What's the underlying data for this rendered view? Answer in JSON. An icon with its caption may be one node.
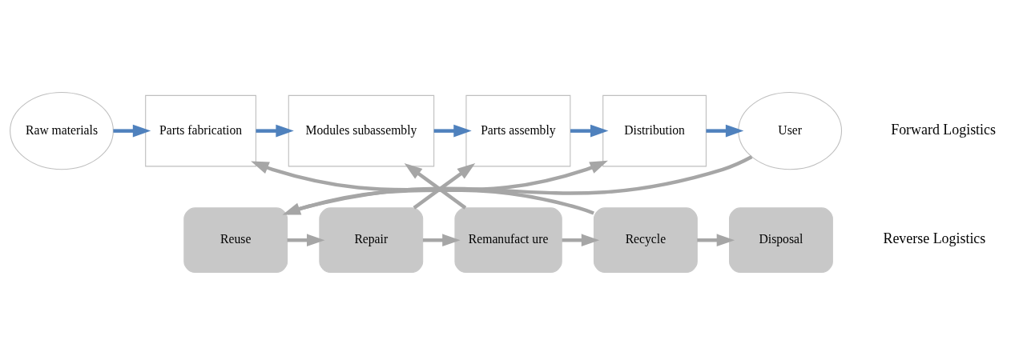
{
  "diagram": {
    "nodes": [
      {
        "text": [
          "Raw materials"
        ]
      },
      {
        "text": [
          "Parts fabrication"
        ]
      },
      {
        "text": [
          "Modules subassembly"
        ]
      },
      {
        "text": [
          "Parts assembly"
        ]
      },
      {
        "text": [
          "Distribution"
        ]
      },
      {
        "text": [
          "User"
        ]
      },
      {
        "text": [
          "Disposal"
        ]
      },
      {
        "text": [
          "Recycle"
        ]
      },
      {
        "text": [
          "Remanufact ure"
        ]
      },
      {
        "text": [
          "Repair"
        ]
      },
      {
        "text": [
          "Reuse"
        ]
      }
    ],
    "edges": [
      {
        "from": 0,
        "to": 1,
        "arrow": "to",
        "color": "#4f81bd"
      },
      {
        "from": 1,
        "to": 2,
        "arrow": "to",
        "color": "#4f81bd"
      },
      {
        "from": 2,
        "to": 3,
        "arrow": "to",
        "color": "#4f81bd"
      },
      {
        "from": 3,
        "to": 4,
        "arrow": "to",
        "color": "#4f81bd"
      },
      {
        "from": 4,
        "to": 5,
        "arrow": "to",
        "color": "#4f81bd"
      },
      {
        "from": 5,
        "to": 10,
        "arrow": "to"
      },
      {
        "from": 10,
        "to": 9,
        "arrow": "to"
      },
      {
        "from": 9,
        "to": 8,
        "arrow": "to"
      },
      {
        "from": 8,
        "to": 7,
        "arrow": "to"
      },
      {
        "from": 7,
        "to": 6,
        "arrow": "to"
      },
      {
        "from": 7,
        "to": 1,
        "arrow": "to"
      },
      {
        "from": 8,
        "to": 2,
        "arrow": "to"
      },
      {
        "from": 9,
        "to": 3,
        "arrow": "to"
      },
      {
        "from": 10,
        "to": 4,
        "arrow": "to"
      }
    ],
    "labels": [
      "Forward Logistics",
      "Reverse Logistics"
    ]
  }
}
